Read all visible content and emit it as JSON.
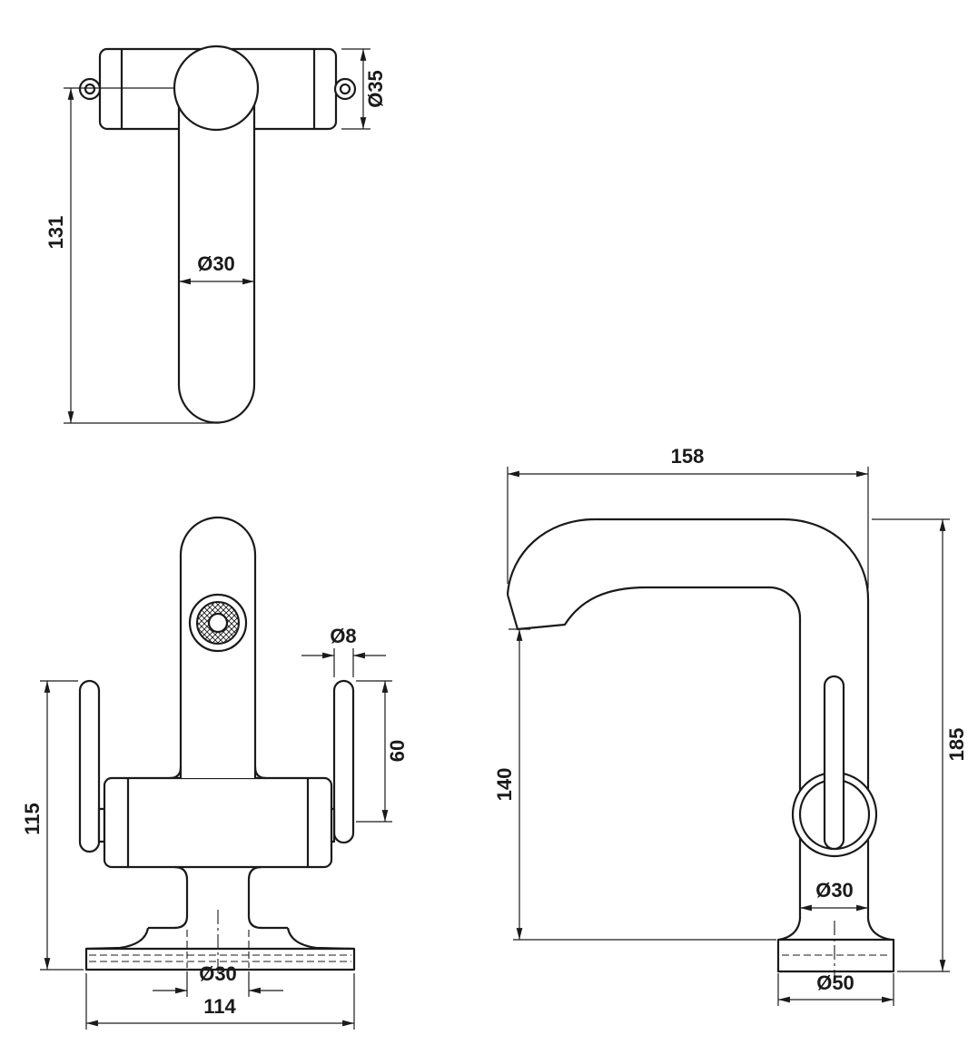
{
  "colors": {
    "line": "#1a1a1a",
    "background": "#ffffff"
  },
  "views": {
    "top": {
      "dims": {
        "length": "131",
        "spout": "Ø30",
        "body": "Ø35"
      }
    },
    "front": {
      "dims": {
        "height": "115",
        "handle": "Ø8",
        "lever": "60",
        "neck": "Ø30",
        "base": "114"
      }
    },
    "side": {
      "dims": {
        "reach": "158",
        "spout_height": "140",
        "total_height": "185",
        "riser": "Ø30",
        "base": "Ø50"
      }
    }
  }
}
